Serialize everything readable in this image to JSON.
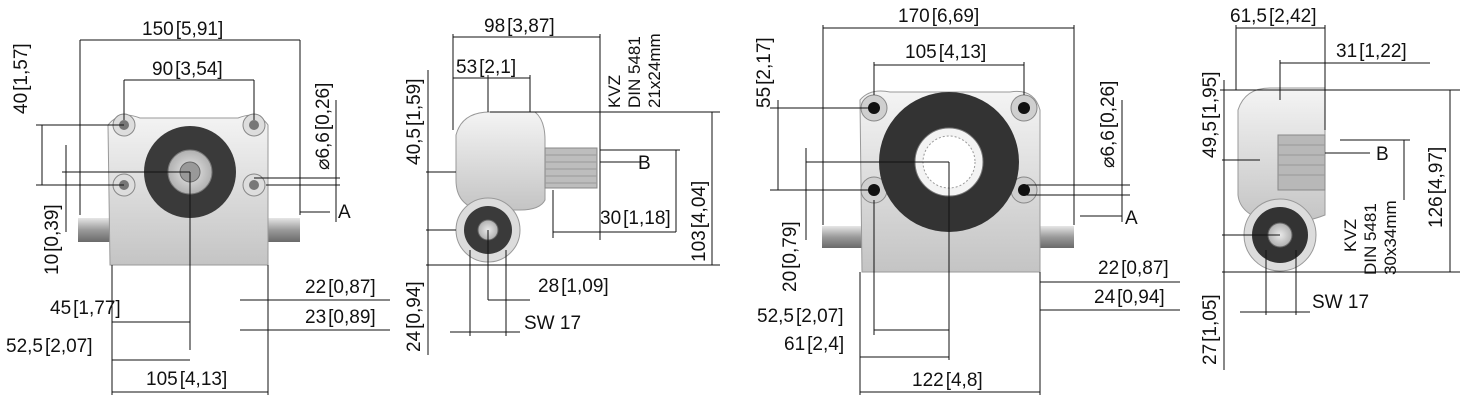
{
  "views": {
    "front_left": {
      "width_total": "150",
      "width_total_in": "5,91",
      "bolt_spacing": "90",
      "bolt_spacing_in": "3,54",
      "height_top": "40",
      "height_top_in": "1,57",
      "hole_dia": "⌀6,6",
      "hole_dia_in": "0,26",
      "offset_a": "10",
      "offset_a_in": "0,39",
      "dim_45": "45",
      "dim_45_in": "1,77",
      "dim_52": "52,5",
      "dim_52_in": "2,07",
      "base_width": "105",
      "base_width_in": "4,13",
      "dim_22": "22",
      "dim_22_in": "0,87",
      "dim_23": "23",
      "dim_23_in": "0,89",
      "label_a": "A"
    },
    "side_left": {
      "width_98": "98",
      "width_98_in": "3,87",
      "width_53": "53",
      "width_53_in": "2,1",
      "height_40": "40,5",
      "height_40_in": "1,59",
      "height_103": "103",
      "height_103_in": "4,04",
      "height_24": "24",
      "height_24_in": "0,94",
      "shaft_30": "30",
      "shaft_30_in": "1,18",
      "shaft_28": "28",
      "shaft_28_in": "1,09",
      "sw": "SW 17",
      "spline": [
        "KVZ",
        "DIN 5481",
        "21x24mm"
      ],
      "label_b": "B"
    },
    "front_right": {
      "width_total": "170",
      "width_total_in": "6,69",
      "bolt_spacing": "105",
      "bolt_spacing_in": "4,13",
      "height_55": "55",
      "height_55_in": "2,17",
      "hole_dia": "⌀6,6",
      "hole_dia_in": "0,26",
      "offset_20": "20",
      "offset_20_in": "0,79",
      "dim_52": "52,5",
      "dim_52_in": "2,07",
      "dim_61": "61",
      "dim_61_in": "2,4",
      "base_width": "122",
      "base_width_in": "4,8",
      "dim_22": "22",
      "dim_22_in": "0,87",
      "dim_24": "24",
      "dim_24_in": "0,94",
      "label_a": "A"
    },
    "side_right": {
      "width_61": "61,5",
      "width_61_in": "2,42",
      "width_31": "31",
      "width_31_in": "1,22",
      "height_49": "49,5",
      "height_49_in": "1,95",
      "height_126": "126",
      "height_126_in": "4,97",
      "height_27": "27",
      "height_27_in": "1,05",
      "sw": "SW 17",
      "spline": [
        "KVZ",
        "DIN 5481",
        "30x34mm"
      ],
      "label_b": "B"
    }
  }
}
